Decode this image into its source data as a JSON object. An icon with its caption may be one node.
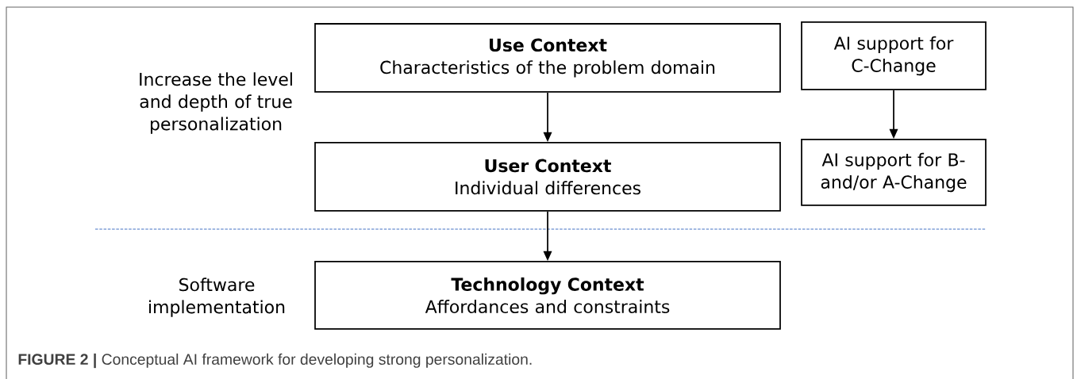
{
  "diagram": {
    "caption": "**FIGURE 2 |** Conceptual AI framework for developing strong personalization.",
    "nodes": [
      {
        "text": [
          "Use Context",
          "Characteristics of the problem domain"
        ]
      },
      {
        "text": [
          "User Context",
          "Individual differences"
        ]
      },
      {
        "text": [
          "Technology Context",
          "Affordances and constraints"
        ]
      },
      {
        "text": [
          "AI support for C-Change"
        ]
      },
      {
        "text": [
          "AI support for B- and/or A-Change"
        ]
      }
    ],
    "edges": [
      {
        "from": 0,
        "to": 1,
        "arrow": "to"
      },
      {
        "from": 1,
        "to": 2,
        "arrow": "to"
      },
      {
        "from": 3,
        "to": 4,
        "arrow": "to"
      }
    ],
    "labels": [
      "Increase the level and depth of true personalization",
      "Software implementation"
    ]
  }
}
